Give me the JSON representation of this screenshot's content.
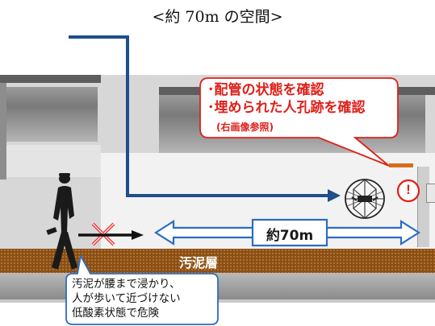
{
  "title": "<約 70m の空間>",
  "callout": {
    "line1": "･配管の状態を確認",
    "line2": "･埋められた人孔跡を確認",
    "sub": "(右画像参照)"
  },
  "distance_label": "約70m",
  "sludge_label": "汚泥層",
  "hazard_note": {
    "line1": "汚泥が腰まで浸かり、",
    "line2": "人が歩いて近づけない",
    "line3": "低酸素状態で危険"
  },
  "alert_symbol": "!",
  "colors": {
    "pipe_blue": "#1f4e8c",
    "arrow_blue": "#2b6cc4",
    "alert_red": "#e0201a",
    "sludge_brown": "#8a4f17",
    "hatch_orange": "#d86b1c"
  },
  "icons": [
    "worker-silhouette-icon",
    "x-mark-icon",
    "arrow-right-icon",
    "double-arrow-icon",
    "drone-sphere-icon",
    "alert-icon"
  ]
}
